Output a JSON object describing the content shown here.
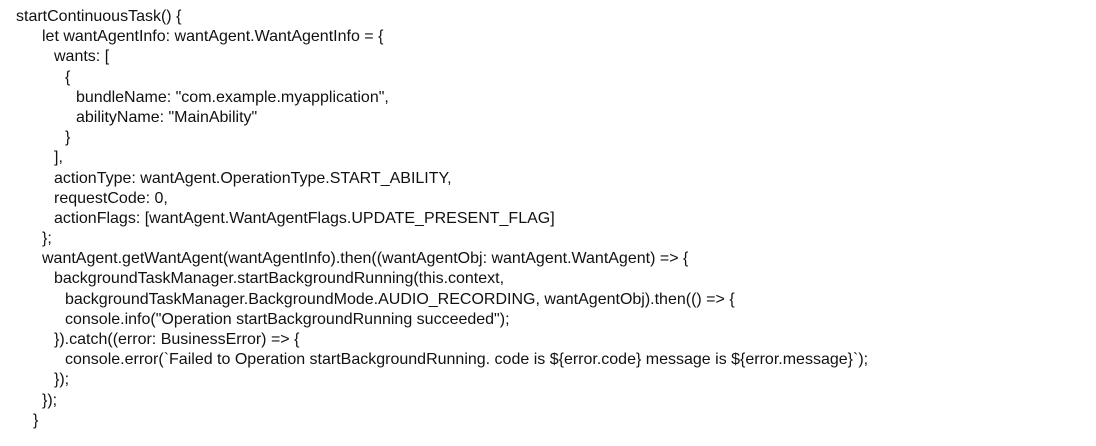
{
  "code": {
    "lines": [
      "startContinuousTask() {",
      "let wantAgentInfo: wantAgent.WantAgentInfo = {",
      "wants: [",
      "{",
      "bundleName: \"com.example.myapplication\",",
      "abilityName: \"MainAbility\"",
      "}",
      "],",
      "actionType: wantAgent.OperationType.START_ABILITY,",
      "requestCode: 0,",
      "actionFlags: [wantAgent.WantAgentFlags.UPDATE_PRESENT_FLAG]",
      "};",
      "wantAgent.getWantAgent(wantAgentInfo).then((wantAgentObj: wantAgent.WantAgent) => {",
      "backgroundTaskManager.startBackgroundRunning(this.context,",
      "backgroundTaskManager.BackgroundMode.AUDIO_RECORDING, wantAgentObj).then(() => {",
      "console.info(\"Operation startBackgroundRunning succeeded\");",
      "}).catch((error: BusinessError) => {",
      "console.error(`Failed to Operation startBackgroundRunning. code is ${error.code} message is ${error.message}`);",
      "});",
      "});",
      "}"
    ]
  }
}
